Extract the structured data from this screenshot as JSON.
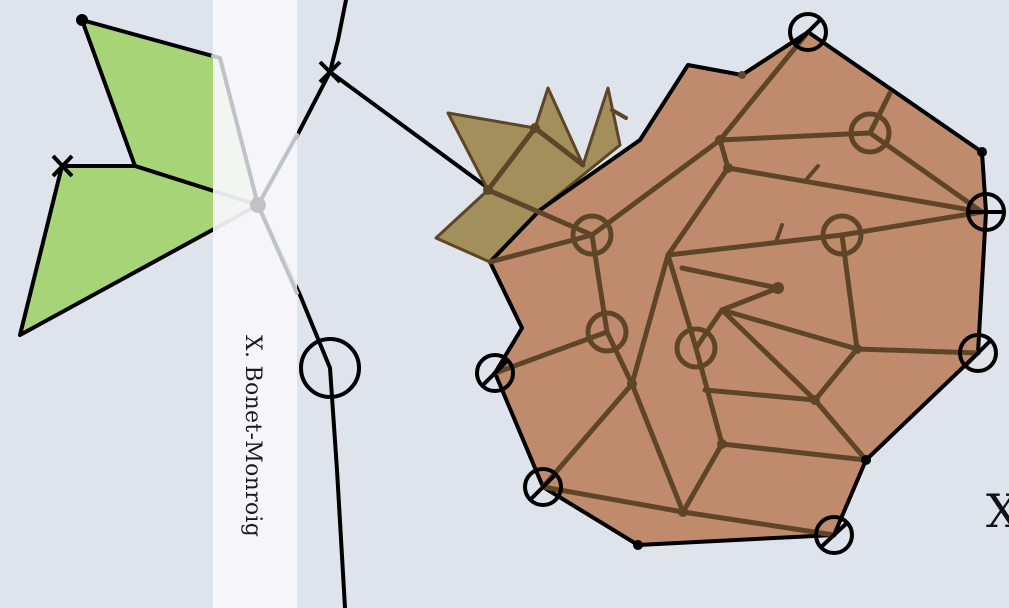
{
  "author": "X. Bonet-Monroig",
  "edge_glyph": "X",
  "colors": {
    "background": "#dfe3ec",
    "green_face": "#a8d478",
    "olive_face": "#a38f5c",
    "rust_face": "#c08a6d",
    "dark_stroke": "#5e4527",
    "black_stroke": "#000000"
  },
  "icons": [
    "circle-cross-marker",
    "cross-marker",
    "vertex-dot"
  ]
}
